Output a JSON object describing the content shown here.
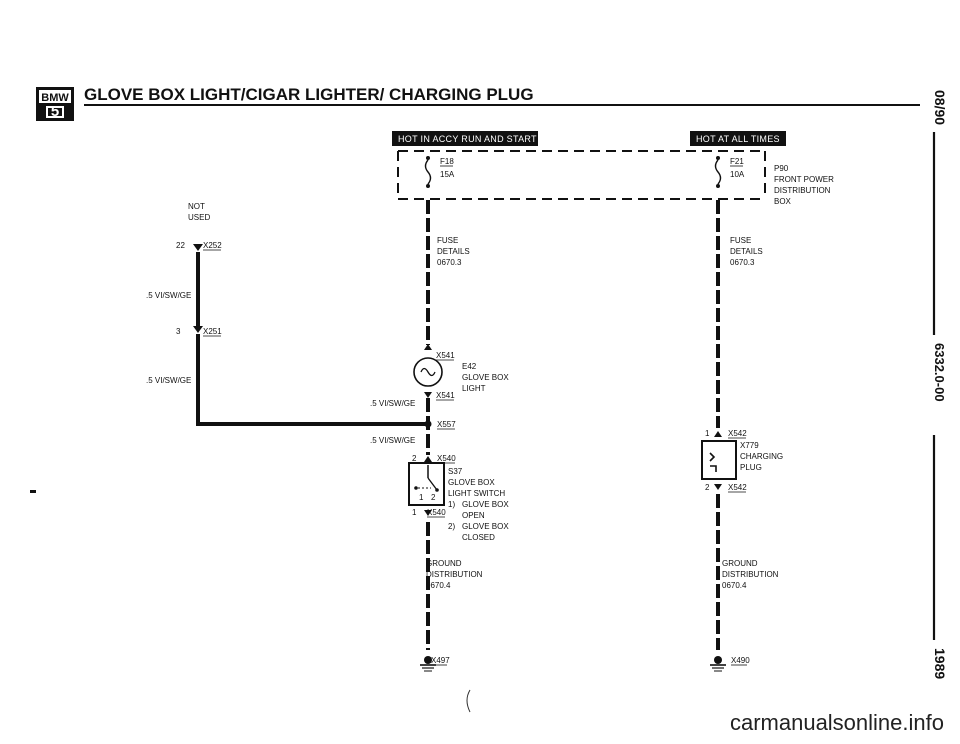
{
  "header": {
    "logo_text": "BMW",
    "series": "5",
    "title": "GLOVE BOX LIGHT/CIGAR LIGHTER/ CHARGING PLUG"
  },
  "banners": {
    "left": "HOT IN ACCY RUN AND START",
    "right": "HOT AT ALL TIMES"
  },
  "power_box": {
    "code": "P90",
    "line1": "FRONT POWER",
    "line2": "DISTRIBUTION",
    "line3": "BOX"
  },
  "fuses": {
    "left": {
      "id": "F18",
      "rating": "15A"
    },
    "right": {
      "id": "F21",
      "rating": "10A"
    }
  },
  "fuse_details": {
    "left": {
      "l1": "FUSE",
      "l2": "DETAILS",
      "l3": "0670.3"
    },
    "right": {
      "l1": "FUSE",
      "l2": "DETAILS",
      "l3": "0670.3"
    }
  },
  "not_used": {
    "l1": "NOT",
    "l2": "USED"
  },
  "connectors": {
    "x252": {
      "pin": "22",
      "id": "X252"
    },
    "x251": {
      "pin": "3",
      "id": "X251"
    },
    "x541_top": "X541",
    "x541_bot": "X541",
    "x557": "X557",
    "x540_top": {
      "pin": "2",
      "id": "X540"
    },
    "x540_bot": {
      "pin": "1",
      "id": "X540"
    },
    "x542_top": {
      "pin": "1",
      "id": "X542"
    },
    "x542_bot": {
      "pin": "2",
      "id": "X542"
    },
    "x497": "X497",
    "x490": "X490"
  },
  "wires": {
    "w1": ".5 VI/SW/GE",
    "w2": ".5 VI/SW/GE",
    "w3": ".5 VI/SW/GE",
    "w4": ".5 VI/SW/GE"
  },
  "e42": {
    "code": "E42",
    "l1": "GLOVE BOX",
    "l2": "LIGHT"
  },
  "s37": {
    "code": "S37",
    "l1": "GLOVE BOX",
    "l2": "LIGHT SWITCH",
    "n1": "1)",
    "o1": "GLOVE BOX",
    "o1b": "OPEN",
    "n2": "2)",
    "o2": "GLOVE BOX",
    "o2b": "CLOSED",
    "pin1": "1",
    "pin2": "2"
  },
  "x779": {
    "code": "X779",
    "l1": "CHARGING",
    "l2": "PLUG"
  },
  "ground": {
    "left": {
      "l1": "GROUND",
      "l2": "DISTRIBUTION",
      "l3": "0670.4"
    },
    "right": {
      "l1": "GROUND",
      "l2": "DISTRIBUTION",
      "l3": "0670.4"
    }
  },
  "sidebar": {
    "date": "08/90",
    "code": "6332.0-00",
    "year": "1989"
  },
  "watermark": "carmanualsonline.info"
}
